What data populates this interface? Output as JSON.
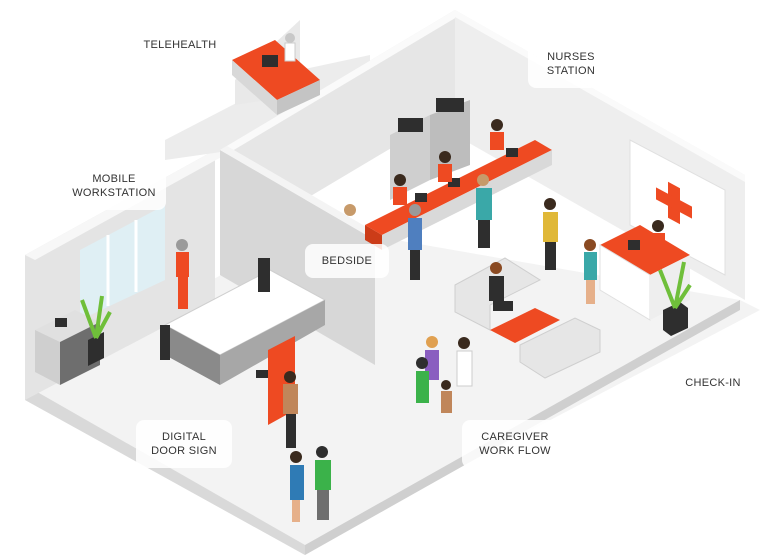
{
  "labels": {
    "telehealth": "TELEHEALTH",
    "nurses_station": "NURSES\nSTATION",
    "mobile_workstation": "MOBILE\nWORKSTATION",
    "bedside": "BEDSIDE",
    "check_in": "CHECK-IN",
    "digital_door_sign": "DIGITAL\nDOOR SIGN",
    "caregiver_work_flow": "CAREGIVER\nWORK FLOW"
  },
  "colors": {
    "accent": "#ee4a22",
    "floor": "#f4f4f4",
    "wall": "#e2e2e2",
    "wall_dark": "#cfcfcf",
    "furniture_gray": "#8a8a8a",
    "dark": "#2e2e2e"
  }
}
